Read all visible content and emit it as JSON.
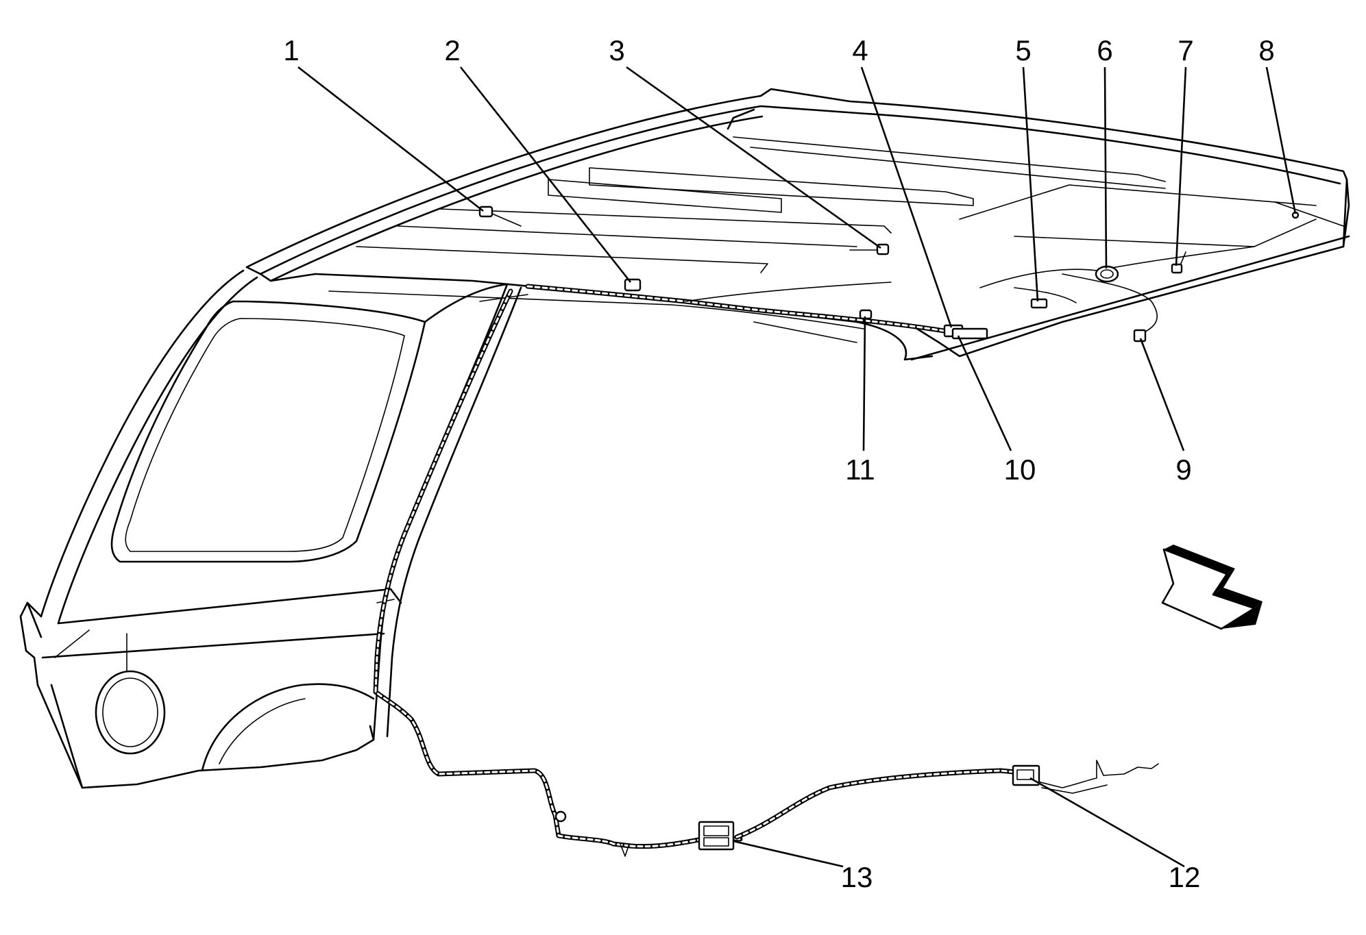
{
  "diagram": {
    "callouts": [
      {
        "label": "1"
      },
      {
        "label": "2"
      },
      {
        "label": "3"
      },
      {
        "label": "4"
      },
      {
        "label": "5"
      },
      {
        "label": "6"
      },
      {
        "label": "7"
      },
      {
        "label": "8"
      },
      {
        "label": "9"
      },
      {
        "label": "10"
      },
      {
        "label": "11"
      },
      {
        "label": "12"
      },
      {
        "label": "13"
      }
    ],
    "direction_arrow": {
      "icon": "forward-arrow-icon"
    }
  }
}
